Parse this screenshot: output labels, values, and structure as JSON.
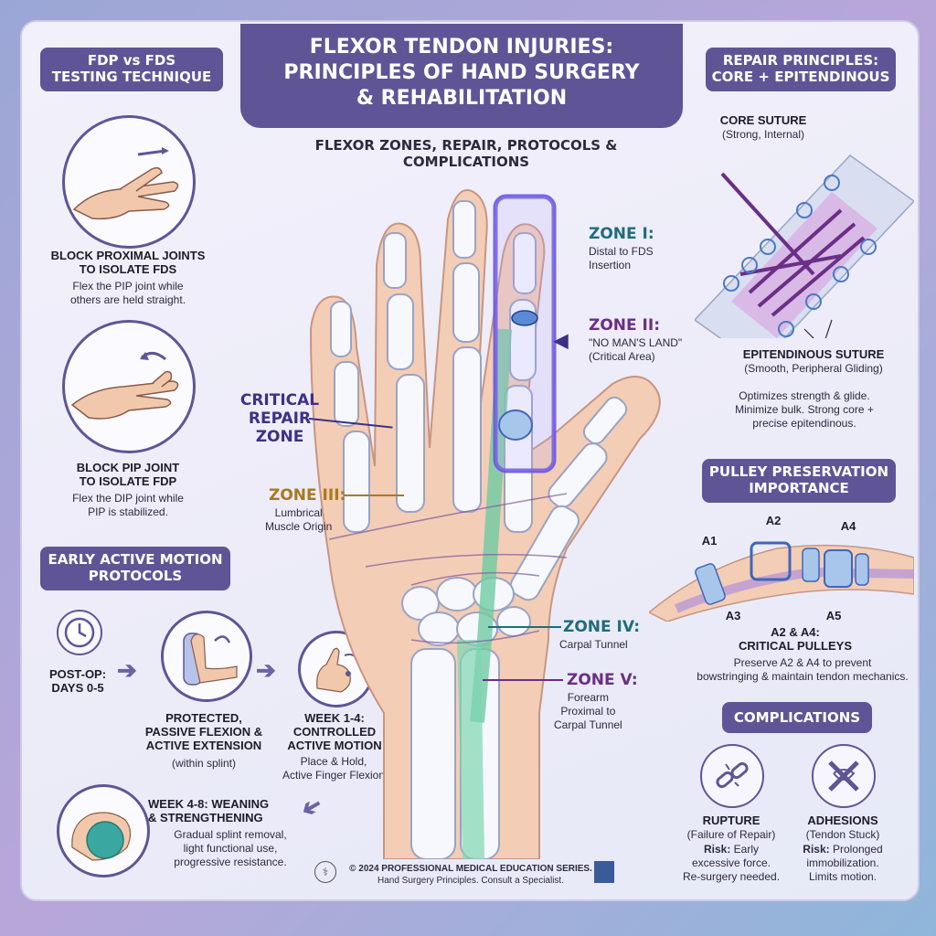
{
  "title": {
    "line1": "FLEXOR TENDON INJURIES:",
    "line2": "PRINCIPLES OF HAND SURGERY",
    "line3": "& REHABILITATION",
    "subtitle": "FLEXOR ZONES, REPAIR, PROTOCOLS & COMPLICATIONS"
  },
  "testing": {
    "header_line1": "FDP vs FDS",
    "header_line2": "TESTING TECHNIQUE",
    "fds_title_line1": "BLOCK PROXIMAL JOINTS",
    "fds_title_line2": "TO ISOLATE FDS",
    "fds_desc_line1": "Flex the PIP joint while",
    "fds_desc_line2": "others are held straight.",
    "fdp_title_line1": "BLOCK PIP JOINT",
    "fdp_title_line2": "TO ISOLATE FDP",
    "fdp_desc_line1": "Flex the DIP joint while",
    "fdp_desc_line2": "PIP is stabilized."
  },
  "protocols": {
    "header_line1": "EARLY ACTIVE MOTION",
    "header_line2": "PROTOCOLS",
    "postop_line1": "POST-OP:",
    "postop_line2": "DAYS 0-5",
    "protected_line1": "PROTECTED,",
    "protected_line2": "PASSIVE FLEXION &",
    "protected_line3": "ACTIVE EXTENSION",
    "protected_line4": "(within splint)",
    "week14_line1": "WEEK 1-4:",
    "week14_line2": "CONTROLLED",
    "week14_line3": "ACTIVE MOTION",
    "week14_line4": "Place & Hold,",
    "week14_line5": "Active Finger Flexion",
    "week48_line1": "WEEK 4-8: WEANING",
    "week48_line2": "& STRENGTHENING",
    "week48_line3": "Gradual splint removal,",
    "week48_line4": "light functional use,",
    "week48_line5": "progressive resistance."
  },
  "zones": {
    "critical_line1": "CRITICAL",
    "critical_line2": "REPAIR",
    "critical_line3": "ZONE",
    "z1_title": "ZONE I:",
    "z1_line1": "Distal to FDS",
    "z1_line2": "Insertion",
    "z2_title": "ZONE II:",
    "z2_line1": "\"NO MAN'S LAND\"",
    "z2_line2": "(Critical Area)",
    "z3_title": "ZONE III:",
    "z3_line1": "Lumbrical",
    "z3_line2": "Muscle Origin",
    "z4_title": "ZONE IV:",
    "z4_line1": "Carpal Tunnel",
    "z5_title": "ZONE V:",
    "z5_line1": "Forearm",
    "z5_line2": "Proximal to",
    "z5_line3": "Carpal Tunnel"
  },
  "repair": {
    "header_line1": "REPAIR PRINCIPLES:",
    "header_line2": "CORE + EPITENDINOUS",
    "core_title": "CORE SUTURE",
    "core_desc": "(Strong, Internal)",
    "epi_title": "EPITENDINOUS SUTURE",
    "epi_desc": "(Smooth, Peripheral Gliding)",
    "note_line1": "Optimizes strength & glide.",
    "note_line2": "Minimize bulk. Strong core +",
    "note_line3": "precise epitendinous."
  },
  "pulley": {
    "header_line1": "PULLEY PRESERVATION",
    "header_line2": "IMPORTANCE",
    "a1": "A1",
    "a2": "A2",
    "a3": "A3",
    "a4": "A4",
    "a5": "A5",
    "critical": "A2 & A4:",
    "critical2": "CRITICAL PULLEYS",
    "desc_line1": "Preserve A2 & A4 to prevent",
    "desc_line2": "bowstringing & maintain tendon mechanics."
  },
  "complications": {
    "header": "COMPLICATIONS",
    "rupture_title": "RUPTURE",
    "rupture_sub": "(Failure of Repair)",
    "rupture_risk_label": "Risk:",
    "rupture_risk_line1": "Early",
    "rupture_risk_line2": "excessive force.",
    "rupture_risk_line3": "Re-surgery needed.",
    "adhesion_title": "ADHESIONS",
    "adhesion_sub": "(Tendon Stuck)",
    "adhesion_risk_label": "Risk:",
    "adhesion_risk_line1": "Prolonged",
    "adhesion_risk_line2": "immobilization.",
    "adhesion_risk_line3": "Limits motion."
  },
  "footer": {
    "line1": "© 2024 PROFESSIONAL MEDICAL EDUCATION SERIES.",
    "line2": "Hand Surgery Principles. Consult a Specialist."
  },
  "colors": {
    "accent": "#5f5596",
    "zone1": "#1f6e7a",
    "zone2": "#6a2f86",
    "zone3": "#a87a1e",
    "zone4": "#1f6e7a",
    "zone5": "#6a2f86"
  },
  "icons": [
    "clock-icon",
    "splint-hand-icon",
    "place-hold-hand-icon",
    "stress-ball-icon",
    "broken-chain-icon",
    "adhesion-knot-icon",
    "caduceus-icon"
  ]
}
